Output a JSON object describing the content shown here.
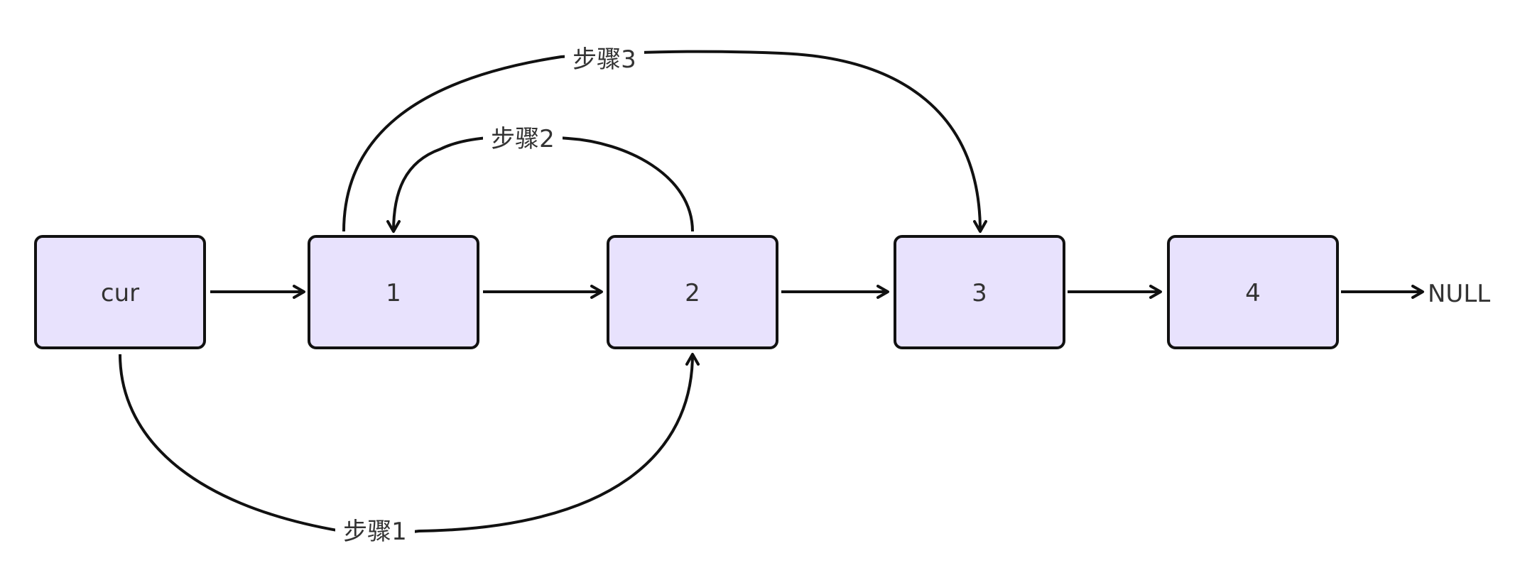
{
  "diagram": {
    "nodes": [
      {
        "id": "cur",
        "label": "cur"
      },
      {
        "id": "n1",
        "label": "1"
      },
      {
        "id": "n2",
        "label": "2"
      },
      {
        "id": "n3",
        "label": "3"
      },
      {
        "id": "n4",
        "label": "4"
      }
    ],
    "null_label": "NULL",
    "steps": {
      "step1": "步骤1",
      "step2": "步骤2",
      "step3": "步骤3"
    },
    "colors": {
      "node_fill": "#e8e2fd",
      "stroke": "#111111",
      "text": "#333333"
    }
  }
}
